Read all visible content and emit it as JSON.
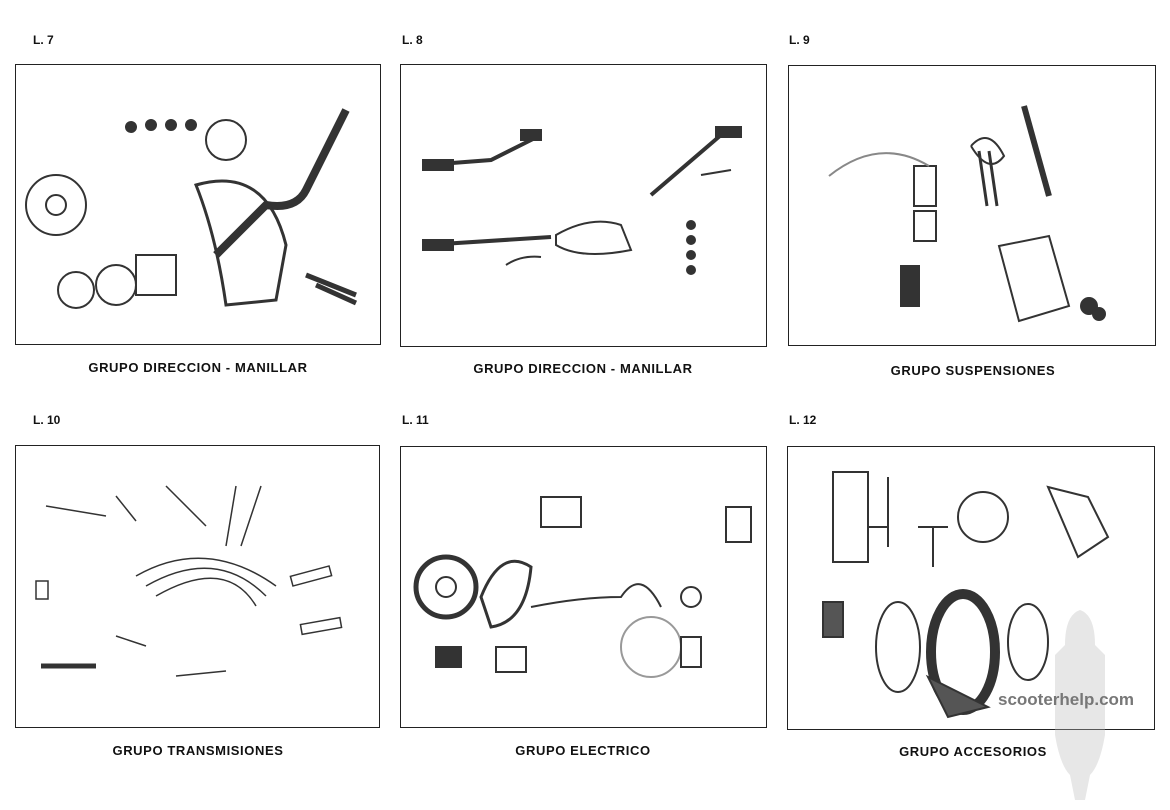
{
  "panels": [
    {
      "label": "L. 7",
      "caption": "GRUPO  DIRECCION - MANILLAR",
      "diagram": "steering-handlebar-exploded"
    },
    {
      "label": "L. 8",
      "caption": "GRUPO  DIRECCION - MANILLAR",
      "diagram": "handlebar-controls-exploded"
    },
    {
      "label": "L. 9",
      "caption": "GRUPO  SUSPENSIONES",
      "diagram": "suspension-exploded"
    },
    {
      "label": "L. 10",
      "caption": "GRUPO  TRANSMISIONES",
      "diagram": "transmission-cables-exploded"
    },
    {
      "label": "L. 11",
      "caption": "GRUPO  ELECTRICO",
      "diagram": "electrical-exploded"
    },
    {
      "label": "L. 12",
      "caption": "GRUPO  ACCESORIOS",
      "diagram": "accessories-exploded"
    }
  ],
  "watermark": "scooterhelp.com"
}
